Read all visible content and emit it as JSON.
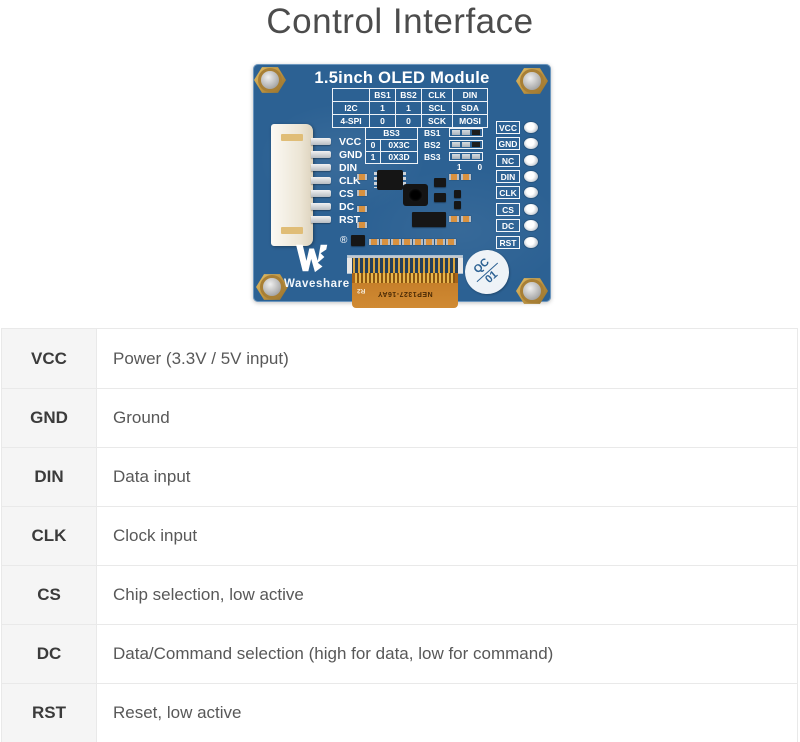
{
  "page": {
    "title": "Control Interface"
  },
  "board": {
    "title": "1.5inch OLED Module",
    "mode_table": {
      "rows": [
        [
          "",
          "BS1",
          "BS2",
          "CLK",
          "DIN"
        ],
        [
          "I2C",
          "1",
          "1",
          "SCL",
          "SDA"
        ],
        [
          "4-SPI",
          "0",
          "0",
          "SCK",
          "MOSI"
        ]
      ]
    },
    "bs3_table": {
      "header": "BS3",
      "rows": [
        [
          "0",
          "0X3C"
        ],
        [
          "1",
          "0X3D"
        ]
      ]
    },
    "jumper_labels": [
      "BS1",
      "BS2",
      "BS3"
    ],
    "jumper_scale": "1 0",
    "left_pins": [
      "VCC",
      "GND",
      "DIN",
      "CLK",
      "CS",
      "DC",
      "RST"
    ],
    "right_pins": [
      "VCC",
      "GND",
      "NC",
      "DIN",
      "CLK",
      "CS",
      "DC",
      "RST"
    ],
    "brand": "Waveshare",
    "reg_mark": "®",
    "qc_line1": "QC",
    "qc_line2": "01",
    "flex_label": "NEP1327-16AY",
    "flex_mark": "R2"
  },
  "pin_table": {
    "rows": [
      {
        "pin": "VCC",
        "desc": "Power (3.3V / 5V input)"
      },
      {
        "pin": "GND",
        "desc": "Ground"
      },
      {
        "pin": "DIN",
        "desc": "Data input"
      },
      {
        "pin": "CLK",
        "desc": "Clock input"
      },
      {
        "pin": "CS",
        "desc": "Chip selection, low active"
      },
      {
        "pin": "DC",
        "desc": "Data/Command selection (high for data, low for command)"
      },
      {
        "pin": "RST",
        "desc": "Reset, low active"
      }
    ]
  },
  "colors": {
    "board_blue": "#2c6193",
    "brass": "#c49a44",
    "flex_orange": "#c67f2a",
    "table_border": "#e9e9e9",
    "pin_col_bg": "#f5f5f5"
  }
}
